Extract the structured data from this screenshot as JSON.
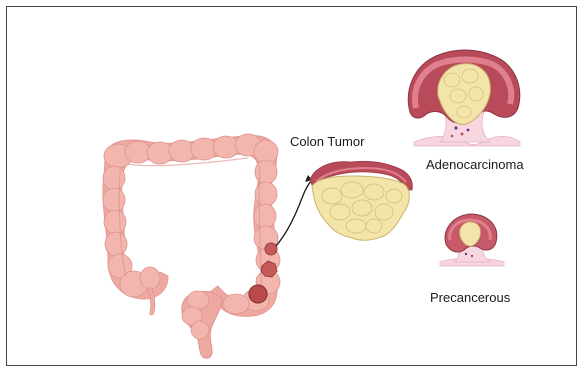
{
  "labels": {
    "colon_tumor": "Colon Tumor",
    "adenocarcinoma": "Adenocarcinoma",
    "precancerous": "Precancerous"
  },
  "colors": {
    "colon_fill": "#eeaaa2",
    "colon_shadow": "#d98f87",
    "tumor_fill": "#f3e5aa",
    "tumor_shadow": "#d6c27a",
    "rim_dark": "#b84a5a",
    "rim_light": "#e07f8d",
    "lesion": "#b94a4a",
    "tissue_pink": "#f7d6e0"
  }
}
